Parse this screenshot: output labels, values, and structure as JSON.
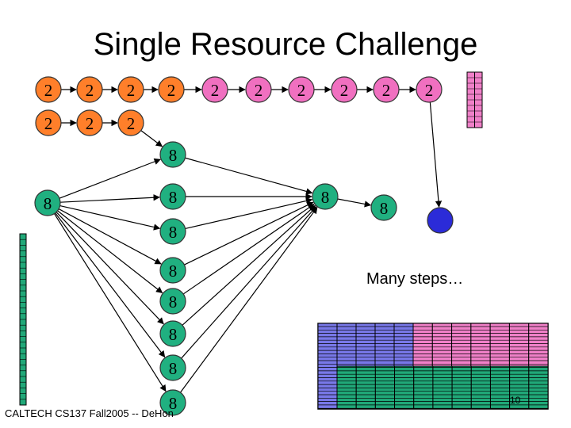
{
  "slide": {
    "title": "Single Resource Challenge",
    "caption": "Many steps…",
    "footer": "CALTECH CS137 Fall2005 -- DeHon",
    "page_number": "10"
  },
  "colors": {
    "orange_node": "#ff7f2a",
    "pink_node": "#f070c0",
    "green_node": "#20b080",
    "blue_node": "#2b2bd8",
    "pink_cell": "#f080c8",
    "green_cell": "#20a878",
    "blue_cell": "#7878e8",
    "edge": "#000000"
  },
  "nodes": {
    "row1": [
      "2",
      "2",
      "2",
      "2",
      "2",
      "2",
      "2",
      "2",
      "2",
      "2"
    ],
    "row2": [
      "2",
      "2",
      "2"
    ],
    "source": "8",
    "fanout": [
      "8",
      "8",
      "8",
      "8",
      "8",
      "8",
      "8",
      "8"
    ],
    "merge": "8",
    "final": "8"
  }
}
